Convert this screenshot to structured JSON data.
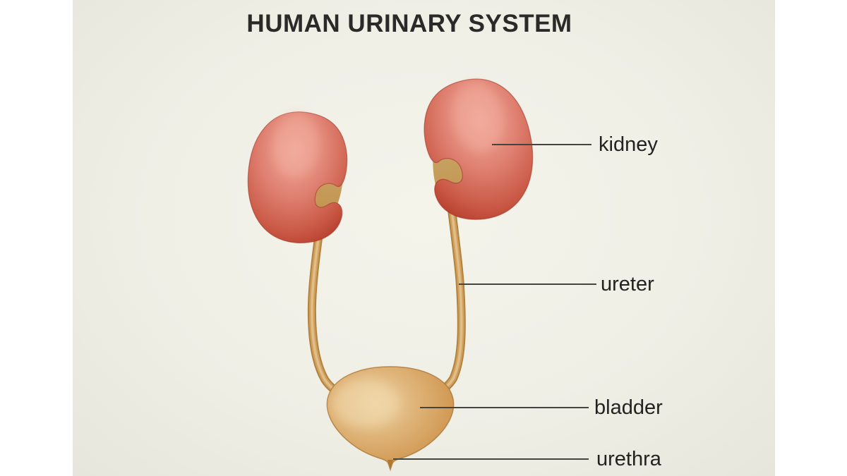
{
  "title": "HUMAN URINARY SYSTEM",
  "diagram": {
    "subject": "human urinary system anatomical illustration",
    "labels": [
      {
        "text": "kidney"
      },
      {
        "text": "ureter"
      },
      {
        "text": "bladder"
      },
      {
        "text": "urethra"
      }
    ]
  },
  "colors": {
    "page_background": "#ffffff",
    "panel_background": "#efefe6",
    "kidney_red_dark": "#a93322",
    "kidney_red_light": "#f0a697",
    "duct_tan_mid": "#cfa161",
    "duct_tan_dark": "#b3823e",
    "bladder_highlight": "#ecd2a4",
    "leader_line": "#45443f",
    "label_text": "#232220",
    "title_text": "#2b2a28"
  }
}
